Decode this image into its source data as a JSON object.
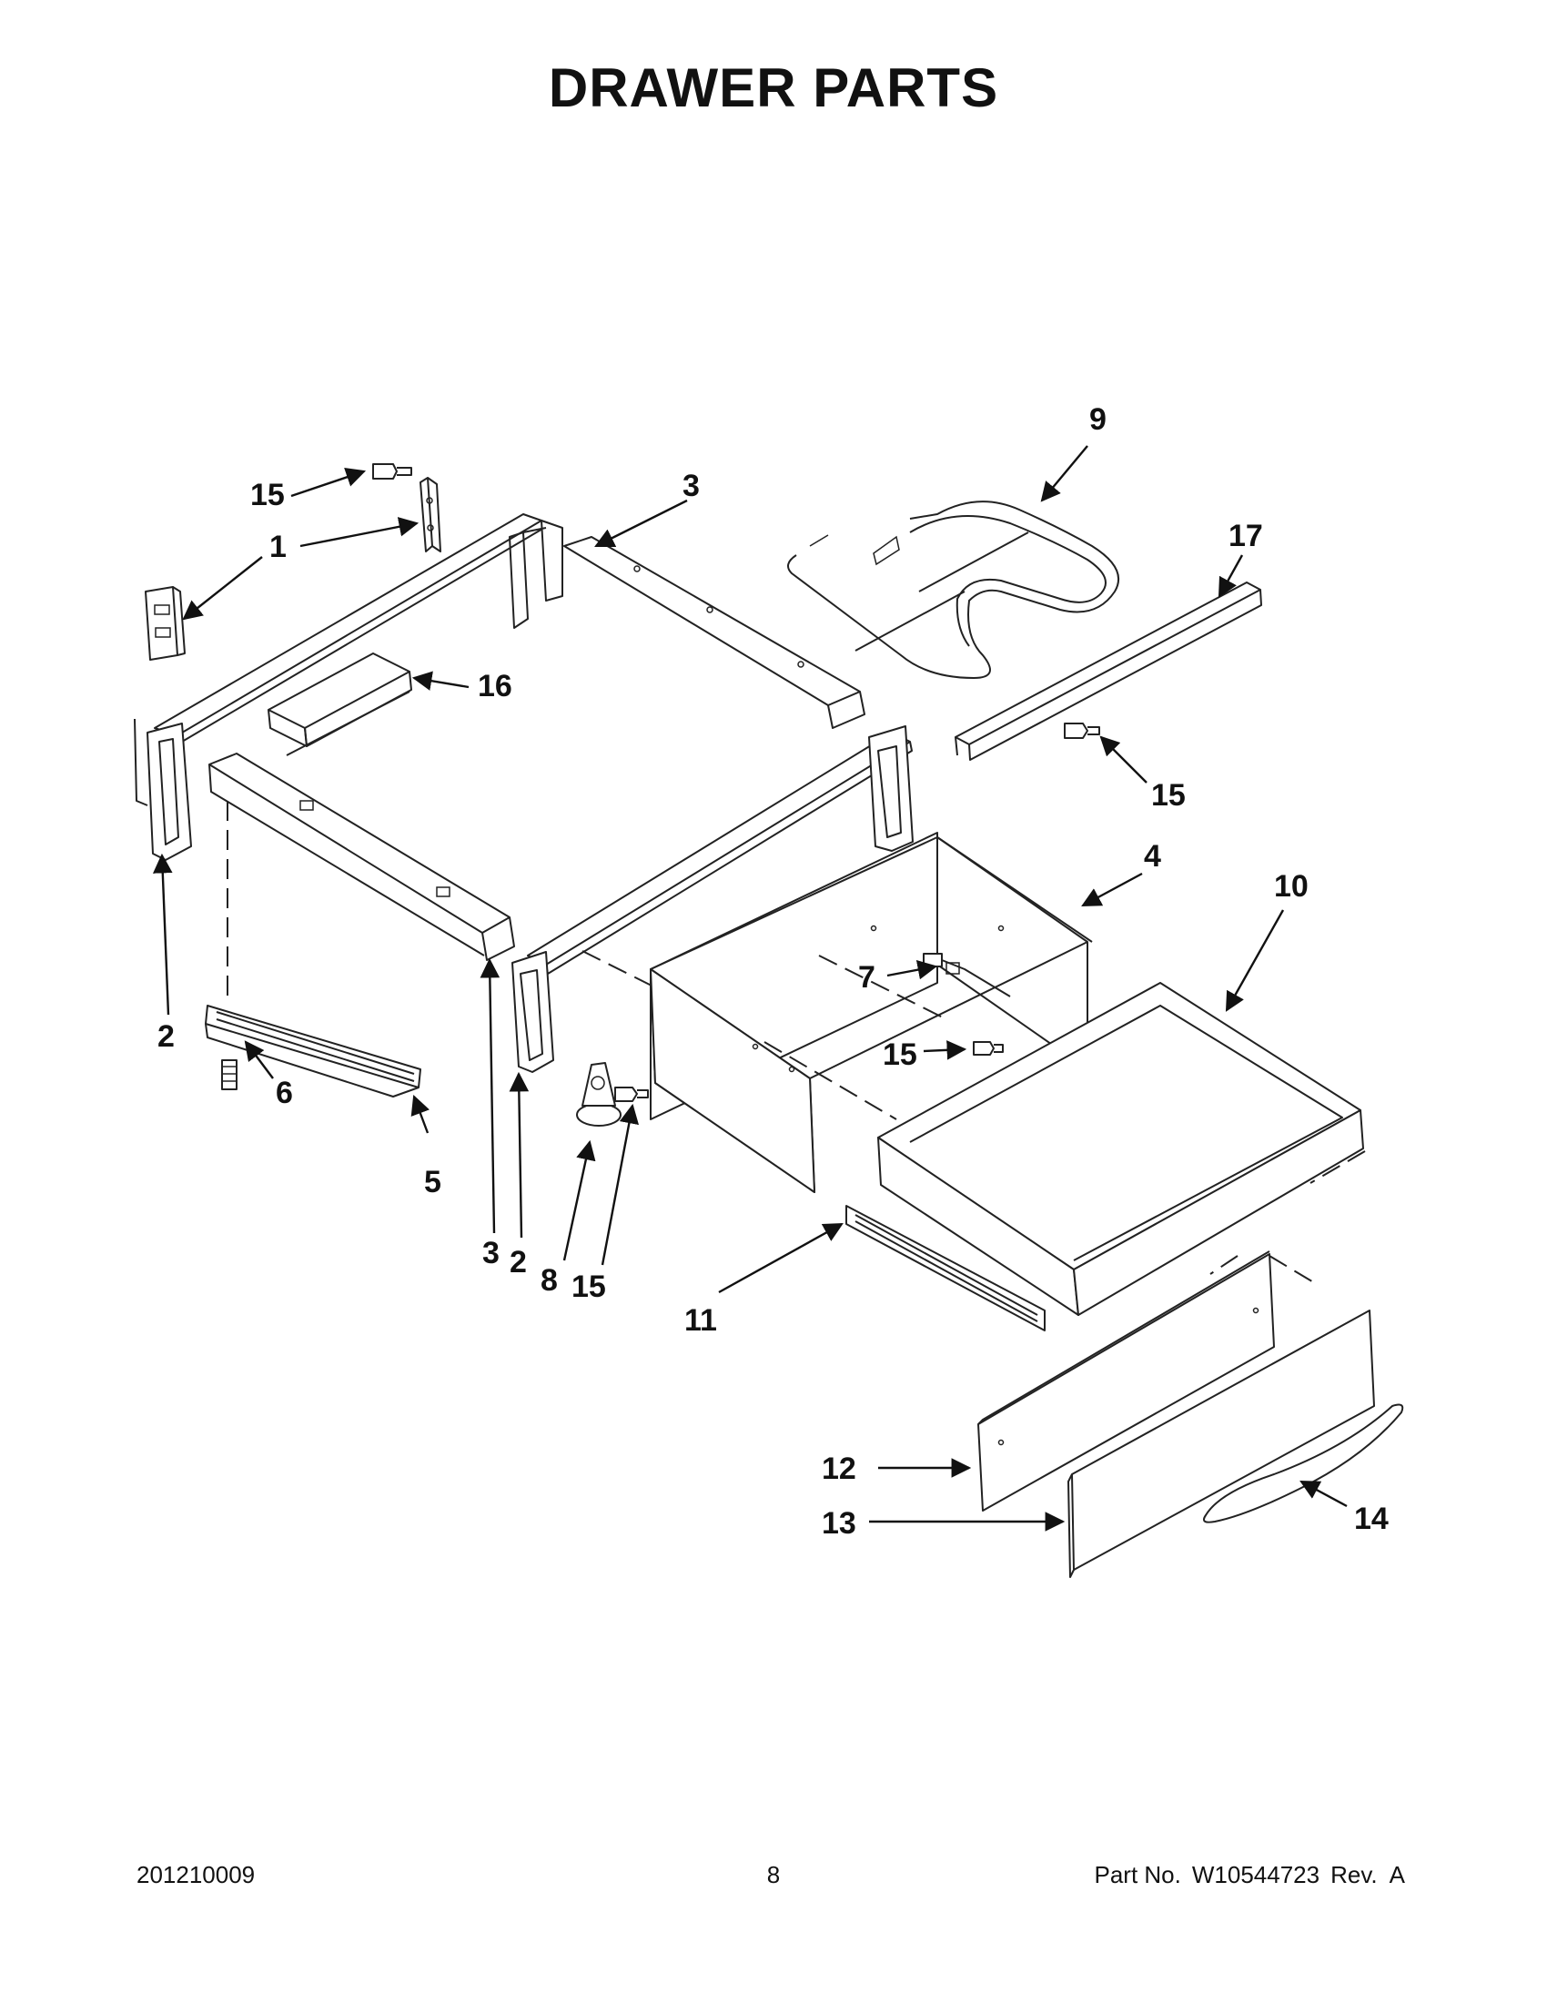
{
  "title": "DRAWER PARTS",
  "footer": {
    "doc_code": "201210009",
    "page_number": "8",
    "part_label": "Part No.",
    "part_number": "W10544723",
    "revision": "Rev.  A"
  },
  "callouts": [
    "1",
    "2",
    "3",
    "4",
    "5",
    "6",
    "7",
    "8",
    "9",
    "10",
    "11",
    "12",
    "13",
    "14",
    "15",
    "16",
    "17"
  ]
}
